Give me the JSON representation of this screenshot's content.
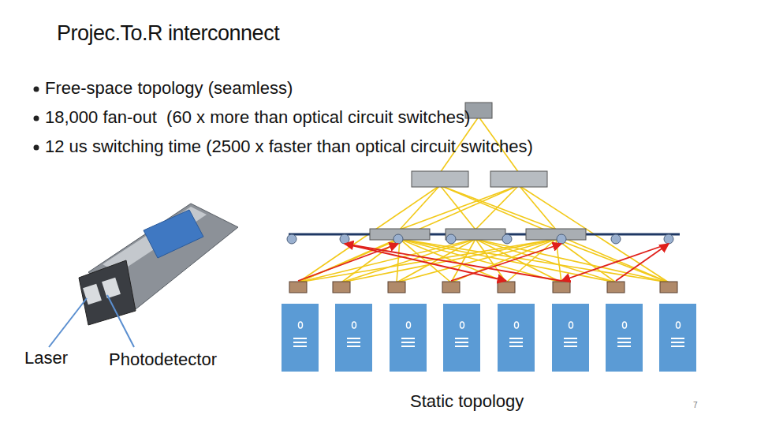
{
  "diagram": {
    "title": "Projec.To.R interconnect",
    "labels": [
      "Free-space topology (seamless)",
      "18,000 fan-out  (60 x more than optical circuit switches)",
      "12 us switching time (2500 x faster than optical circuit switches)",
      "Laser",
      "Photodetector",
      "Static topology",
      "7"
    ]
  }
}
